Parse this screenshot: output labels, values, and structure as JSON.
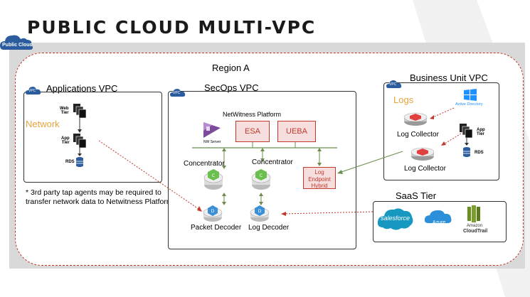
{
  "title": "PUBLIC CLOUD MULTI-VPC",
  "public_cloud_label": "Public Cloud",
  "region_label": "Region A",
  "vpc_tag": "VPC",
  "applications_vpc": {
    "title": "Applications VPC",
    "network_label": "Network",
    "web_tier": "Web\nTier",
    "app_tier": "App\nTier",
    "rds": "RDS"
  },
  "secops_vpc": {
    "title": "SecOps VPC",
    "platform_label": "NetWitness Platform",
    "nw_server": "NW Server",
    "esa": "ESA",
    "ueba": "UEBA",
    "concentrator_1": "Concentrator",
    "concentrator_2": "Concentrator",
    "log_hybrid": "Log\nEndpoint\nHybrid",
    "packet_decoder": "Packet Decoder",
    "log_decoder": "Log Decoder"
  },
  "business_unit_vpc": {
    "title": "Business Unit VPC",
    "logs_label": "Logs",
    "active_directory": "Active Directory",
    "log_collector_1": "Log Collector",
    "log_collector_2": "Log Collector",
    "app_tier": "App\nTier",
    "rds": "RDS"
  },
  "saas_tier": {
    "title": "SaaS Tier",
    "salesforce": "salesforce",
    "azure": "Azure",
    "amazon": "Amazon",
    "cloudtrail": "CloudTrail"
  },
  "note": "* 3rd party tap agents may be required to transfer network data to Netwitness Platform.",
  "colors": {
    "accent_orange": "#e8a33d",
    "vpc_blue": "#2b5d9e",
    "box_red": "#c0392b",
    "arrow_green": "#6b8e4e",
    "salesforce_blue": "#1798c1"
  }
}
